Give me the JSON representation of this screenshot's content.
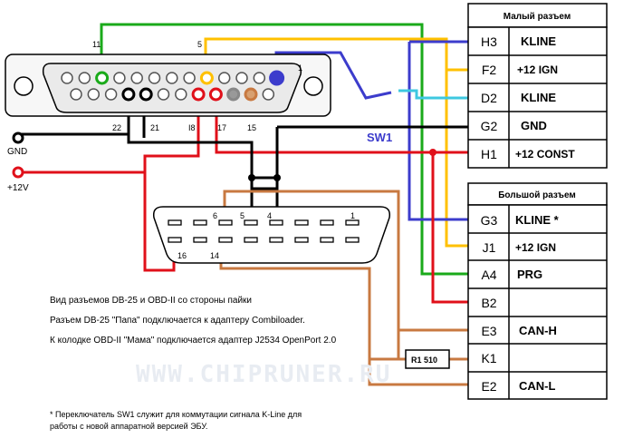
{
  "small_connector": {
    "title": "Малый разъем",
    "rows": [
      {
        "pin": "H3",
        "label": "KLINE"
      },
      {
        "pin": "F2",
        "label": "+12 IGN"
      },
      {
        "pin": "D2",
        "label": "KLINE"
      },
      {
        "pin": "G2",
        "label": "GND"
      },
      {
        "pin": "H1",
        "label": "+12 CONST"
      }
    ]
  },
  "big_connector": {
    "title": "Большой разъем",
    "rows": [
      {
        "pin": "G3",
        "label": "KLINE *"
      },
      {
        "pin": "J1",
        "label": "+12 IGN"
      },
      {
        "pin": "A4",
        "label": "PRG"
      },
      {
        "pin": "B2",
        "label": ""
      },
      {
        "pin": "E3",
        "label": "CAN-H"
      },
      {
        "pin": "K1",
        "label": ""
      },
      {
        "pin": "E2",
        "label": "CAN-L"
      }
    ]
  },
  "db25": {
    "pin_labels": {
      "p11": "11",
      "p5": "5",
      "p1": "1",
      "p22": "22",
      "p21": "21",
      "p18": "I8",
      "p17": "17",
      "p15": "15"
    }
  },
  "obd": {
    "pin_labels": {
      "p6": "6",
      "p5": "5",
      "p4": "4",
      "p1": "1",
      "p16": "16",
      "p14": "14"
    }
  },
  "labels": {
    "gnd": "GND",
    "v12": "+12V",
    "sw1": "SW1",
    "resistor": "R1 510"
  },
  "colors": {
    "green": "#1aaa1a",
    "yellow": "#ffc000",
    "blue": "#3c3ccc",
    "red": "#e0101a",
    "brown": "#c87941",
    "black": "#000000",
    "cyan": "#3ec8e0"
  },
  "notes": {
    "line1": "Вид разъемов DB-25 и OBD-II со стороны пайки",
    "line2": "Разъем DB-25 \"Папа\" подключается к адаптеру Combiloader.",
    "line3": "К колодке OBD-II \"Мама\" подключается адаптер J2534 OpenPort 2.0",
    "watermark": "WWW.CHIPRUNER.RU",
    "footnote1": "* Переключатель SW1 служит для коммутации сигнала K-Line для",
    "footnote2": "работы с новой аппаратной версией ЭБУ."
  }
}
